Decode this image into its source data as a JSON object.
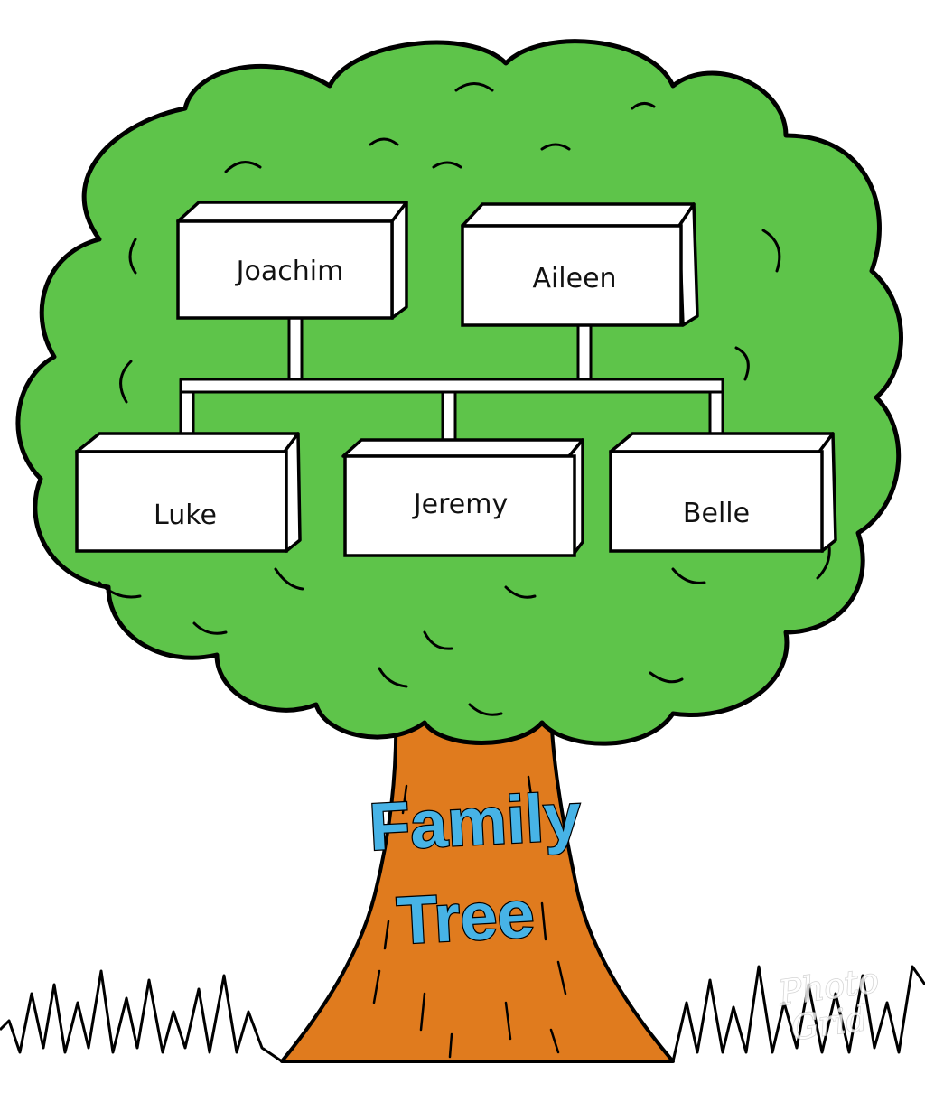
{
  "diagram": {
    "title_line1": "Family",
    "title_line2": "Tree",
    "parents": [
      {
        "name": "Joachim"
      },
      {
        "name": "Aileen"
      }
    ],
    "children": [
      {
        "name": "Luke"
      },
      {
        "name": "Jeremy"
      },
      {
        "name": "Belle"
      }
    ]
  },
  "watermark": {
    "line1": "Photo",
    "line2": "Grid"
  },
  "colors": {
    "foliage": "#5ec44a",
    "trunk": "#e07b1e",
    "title_fill": "#47b3e6",
    "outline": "#000000",
    "box": "#ffffff"
  },
  "icons": [
    "tree-icon",
    "grass-icon",
    "photogrid-watermark-icon"
  ]
}
